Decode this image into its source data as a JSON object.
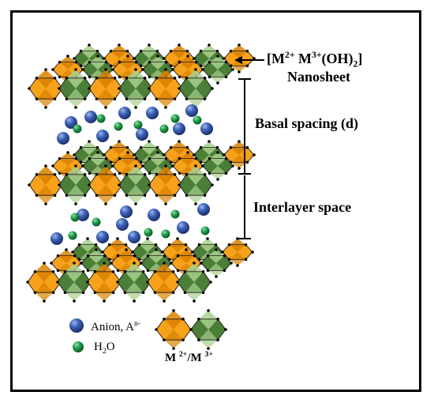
{
  "labels": {
    "formula": {
      "pre": "[M",
      "sup1": "2+",
      "mid": " M",
      "sup2": "3+",
      "post": "(OH)",
      "sub": "2",
      "close": "]"
    },
    "nanosheet": "Nanosheet",
    "basal_spacing": "Basal spacing (d)",
    "interlayer": "Interlayer space"
  },
  "legend": {
    "anion_text": "Anion, A",
    "anion_sup": "n-",
    "water_pre": "H",
    "water_sub": "2",
    "water_post": "O",
    "metal_pre": "M ",
    "metal_sup1": "2+",
    "metal_mid": "/M ",
    "metal_sup2": "3+"
  },
  "colors": {
    "orange": "#f7a21b",
    "orange_dark": "#d98100",
    "green_dark": "#4b7e36",
    "green_light": "#a8d08d",
    "anion_blue": "#2f52a6",
    "water_green": "#1e9a46",
    "vertex": "#000000"
  },
  "icons": [
    "anion-sphere-icon",
    "water-sphere-icon",
    "octahedron-icon",
    "arrow-left-icon",
    "dimension-bar-icon"
  ]
}
